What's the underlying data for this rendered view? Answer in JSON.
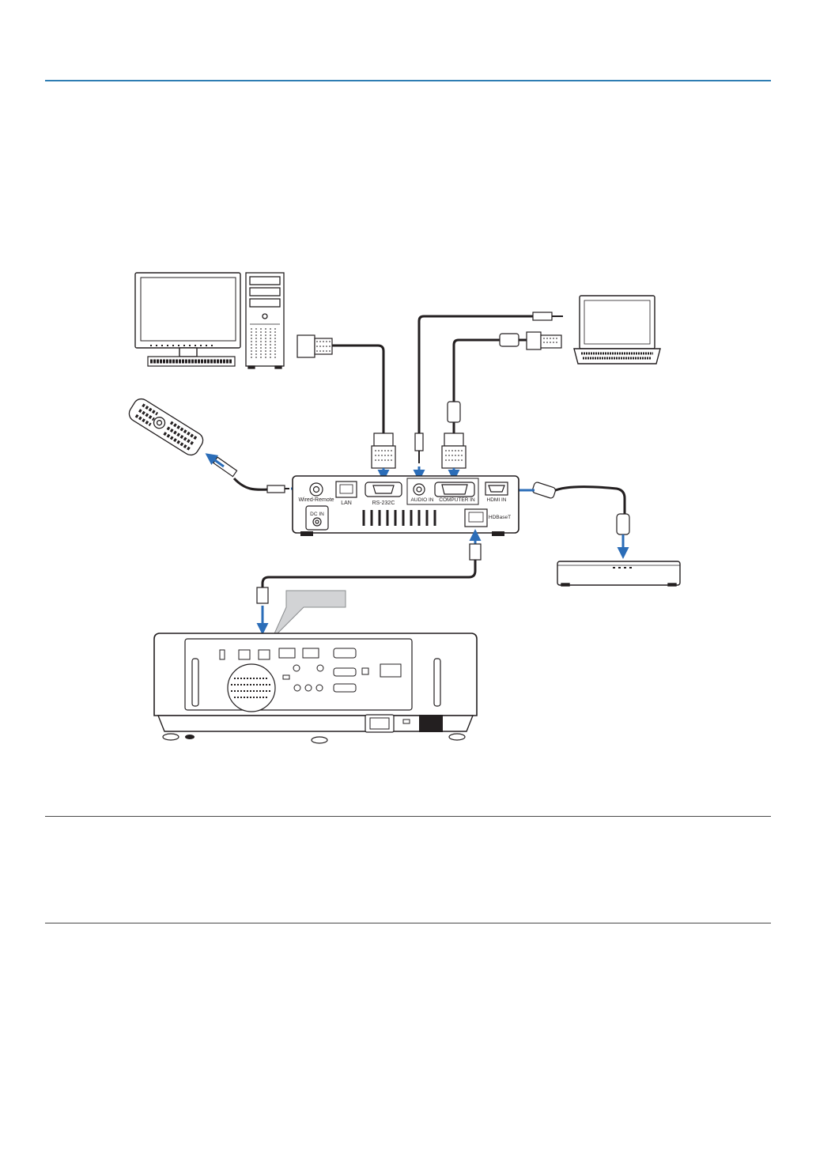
{
  "colors": {
    "accent_rule": "#2e7db3",
    "arrow_blue": "#2b6db8",
    "line": "#231f20"
  },
  "labels": {
    "wired_remote": "Wired-Remote",
    "lan": "LAN",
    "rs232c": "RS-232C",
    "audio_in": "AUDIO IN",
    "computer_in": "COMPUTER IN",
    "hdmi_in": "HDMI IN",
    "dc_in": "DC IN",
    "hdbaset": "HDBaseT"
  },
  "icons": [
    "desktop-monitor-icon",
    "pc-tower-icon",
    "keyboard-icon",
    "laptop-icon",
    "remote-control-icon",
    "switcher-box-icon",
    "media-player-icon",
    "projector-rear-icon",
    "callout-box-icon",
    "arrow-icon"
  ]
}
